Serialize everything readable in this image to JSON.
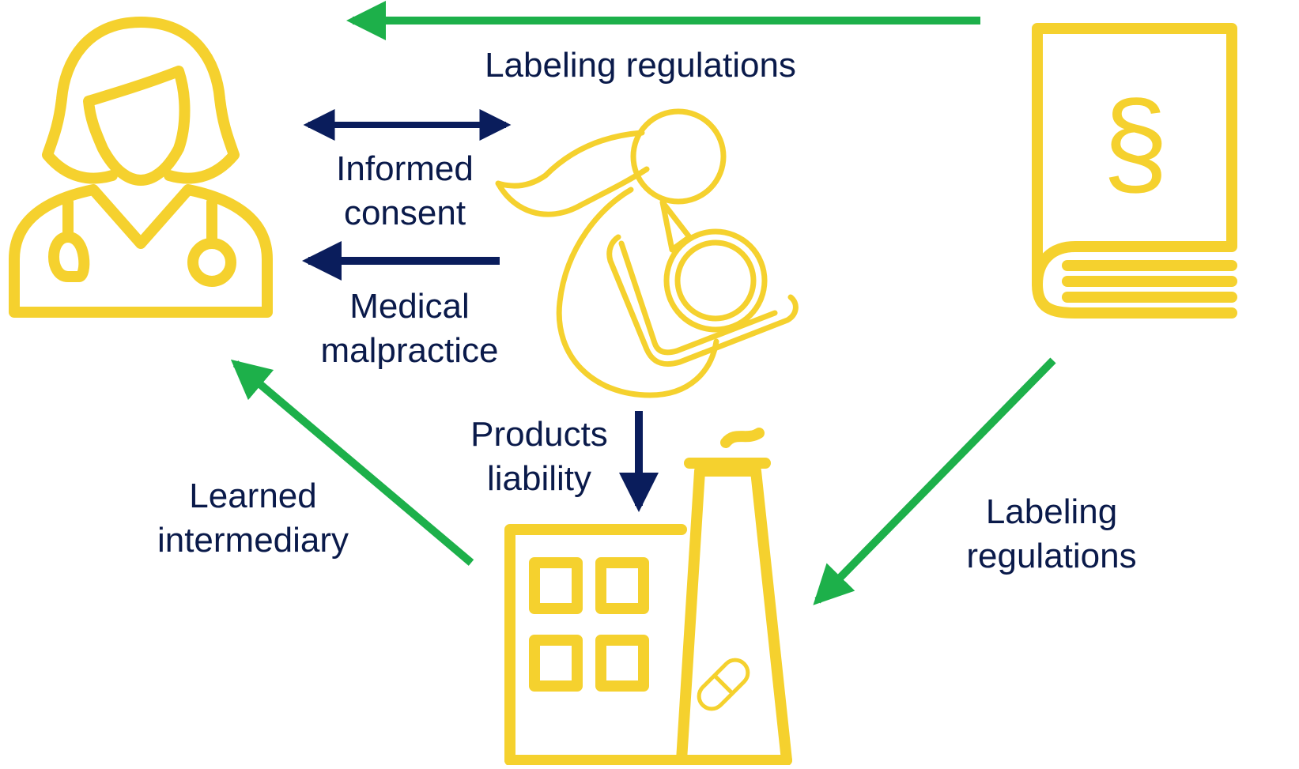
{
  "colors": {
    "icon_yellow": "#f5d12e",
    "green_arrow": "#1db04a",
    "navy_arrow": "#0a1d5c",
    "label_text": "#0a1a4a"
  },
  "nodes": {
    "doctor": {
      "icon": "doctor-icon"
    },
    "mother": {
      "icon": "breastfeeding-mother-icon"
    },
    "law": {
      "icon": "law-book-icon",
      "symbol": "§"
    },
    "factory": {
      "icon": "pharma-factory-icon"
    }
  },
  "labels": {
    "labeling_top": "Labeling regulations",
    "informed_consent": [
      "Informed",
      "consent"
    ],
    "medical_malpractice": [
      "Medical",
      "malpractice"
    ],
    "products_liability": [
      "Products",
      "liability"
    ],
    "learned_intermediary": [
      "Learned",
      "intermediary"
    ],
    "labeling_right": [
      "Labeling",
      "regulations"
    ]
  },
  "edges": [
    {
      "from": "law",
      "to": "doctor",
      "type": "green",
      "label": "labels.labeling_top"
    },
    {
      "from": "doctor",
      "to": "mother",
      "type": "navy-bidirectional",
      "label": "labels.informed_consent"
    },
    {
      "from": "mother",
      "to": "doctor",
      "type": "navy",
      "label": "labels.medical_malpractice"
    },
    {
      "from": "mother",
      "to": "factory",
      "type": "navy",
      "label": "labels.products_liability"
    },
    {
      "from": "factory",
      "to": "doctor",
      "type": "green",
      "label": "labels.learned_intermediary"
    },
    {
      "from": "law",
      "to": "factory",
      "type": "green",
      "label": "labels.labeling_right"
    }
  ]
}
